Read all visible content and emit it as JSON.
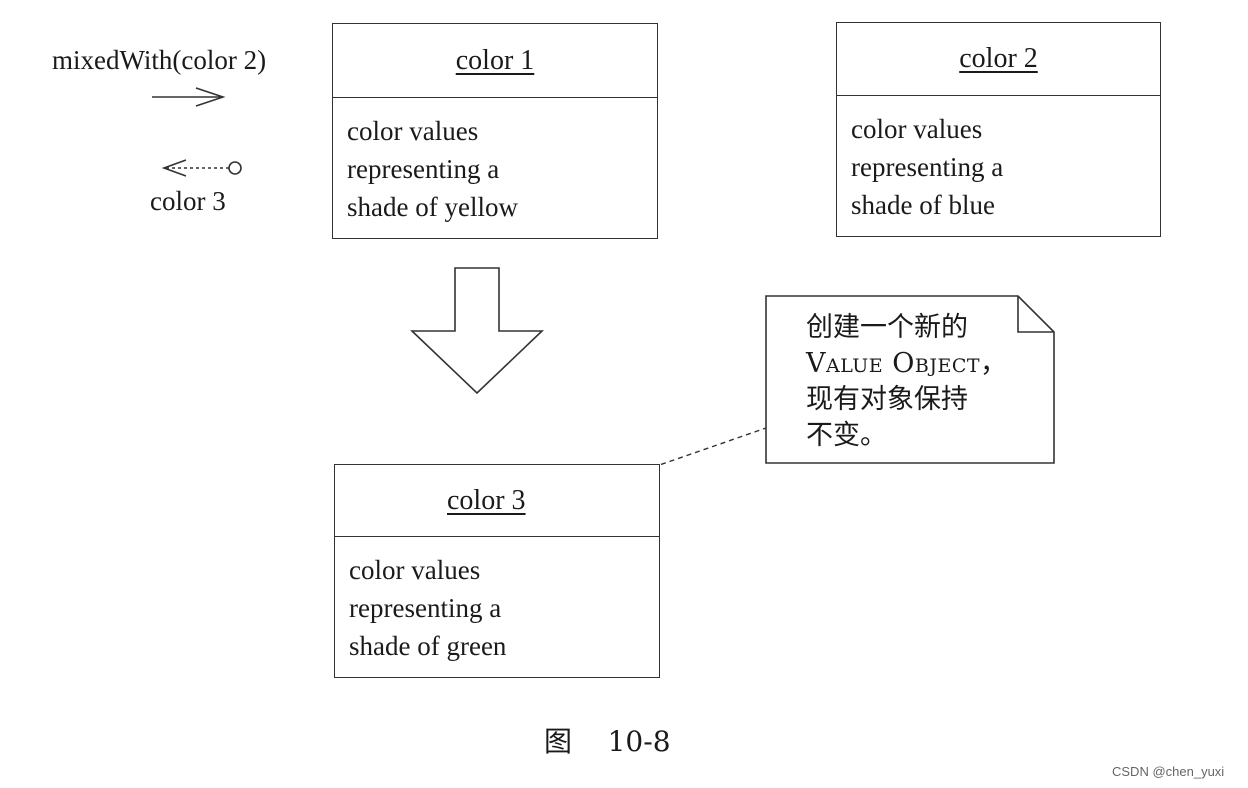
{
  "message": {
    "call_label": "mixedWith(color 2)",
    "return_label": "color 3"
  },
  "objects": {
    "color1": {
      "name": "color 1",
      "lines": [
        "color values",
        "representing a",
        "shade of yellow"
      ]
    },
    "color2": {
      "name": "color 2",
      "lines": [
        "color values",
        "representing a",
        "shade of blue"
      ]
    },
    "color3": {
      "name": "color 3",
      "lines": [
        "color values",
        "representing a",
        "shade of green"
      ]
    }
  },
  "note": {
    "line1": "创建一个新的",
    "line2": "Value Object，",
    "line3": "现有对象保持",
    "line4": "不变。"
  },
  "caption": "图    10-8",
  "credit": "CSDN @chen_yuxi"
}
